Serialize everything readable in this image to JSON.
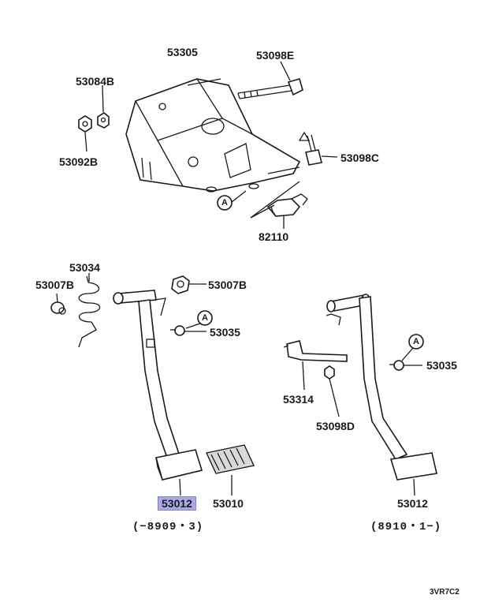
{
  "parts": {
    "p53305": "53305",
    "p53098E": "53098E",
    "p53084B": "53084B",
    "p53092B": "53092B",
    "p53098C": "53098C",
    "p82110": "82110",
    "p53034": "53034",
    "p53007B_left": "53007B",
    "p53007B_mid": "53007B",
    "p53035_mid": "53035",
    "p53035_right": "53035",
    "p53314": "53314",
    "p53098D": "53098D",
    "p53012_left": "53012",
    "p53010": "53010",
    "p53012_right": "53012"
  },
  "ranges": {
    "left": "(−8909・3)",
    "right": "(8910・1−)"
  },
  "callouts": {
    "a1": "A",
    "a2": "A",
    "a3": "A"
  },
  "diagram_code": "3VR7C2",
  "colors": {
    "highlight": "#a9a9e6",
    "ink": "#1a1a1a"
  }
}
